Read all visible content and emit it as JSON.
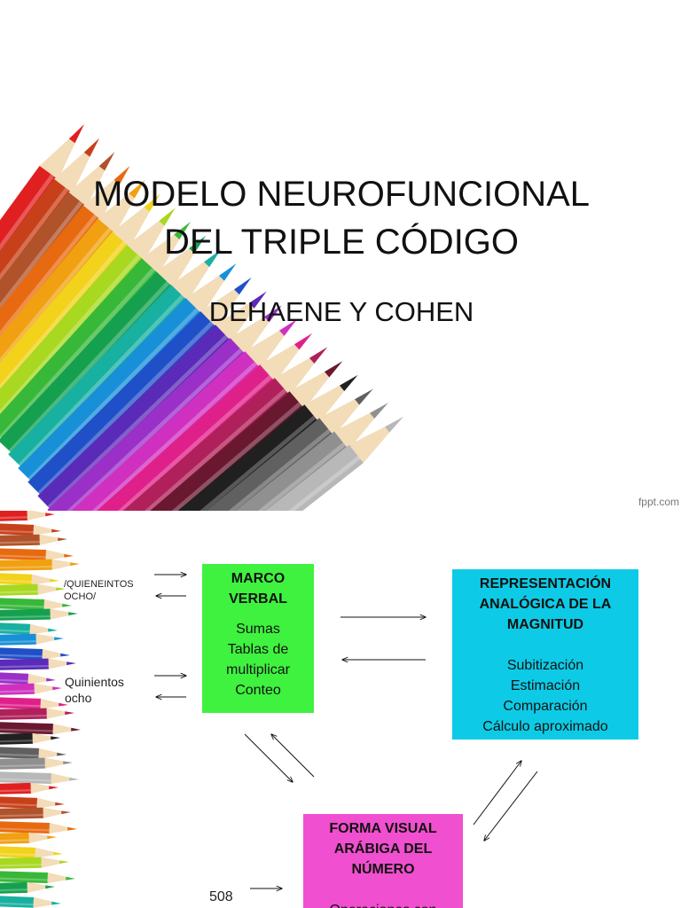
{
  "slide1": {
    "title_line1": "MODELO NEUROFUNCIONAL",
    "title_line2": "DEL TRIPLE CÓDIGO",
    "subtitle": "DEHAENE Y COHEN",
    "credit": "fppt.com"
  },
  "slide2": {
    "verbal_box": {
      "title_line1": "MARCO",
      "title_line2": "VERBAL",
      "items": [
        "Sumas",
        "Tablas de",
        "multiplicar",
        "Conteo"
      ]
    },
    "analog_box": {
      "title_line1": "REPRESENTACIÓN",
      "title_line2": "ANALÓGICA DE LA",
      "title_line3": "MAGNITUD",
      "items": [
        "Subitización",
        "Estimación",
        "Comparación",
        "Cálculo aproximado"
      ]
    },
    "visual_box": {
      "title_line1": "FORMA VISUAL",
      "title_line2": "ARÁBIGA DEL",
      "title_line3": "NÚMERO",
      "items": [
        "Operaciones con"
      ]
    },
    "phonetic_label_line1": "/QUIENEINTOS",
    "phonetic_label_line2": "OCHO/",
    "written_label_line1": "Quinientos",
    "written_label_line2": "ocho",
    "digit_label": "508"
  },
  "colors": {
    "verbal_box": "#3ff23f",
    "analog_box": "#0dcbe6",
    "visual_box": "#f04fcf"
  }
}
